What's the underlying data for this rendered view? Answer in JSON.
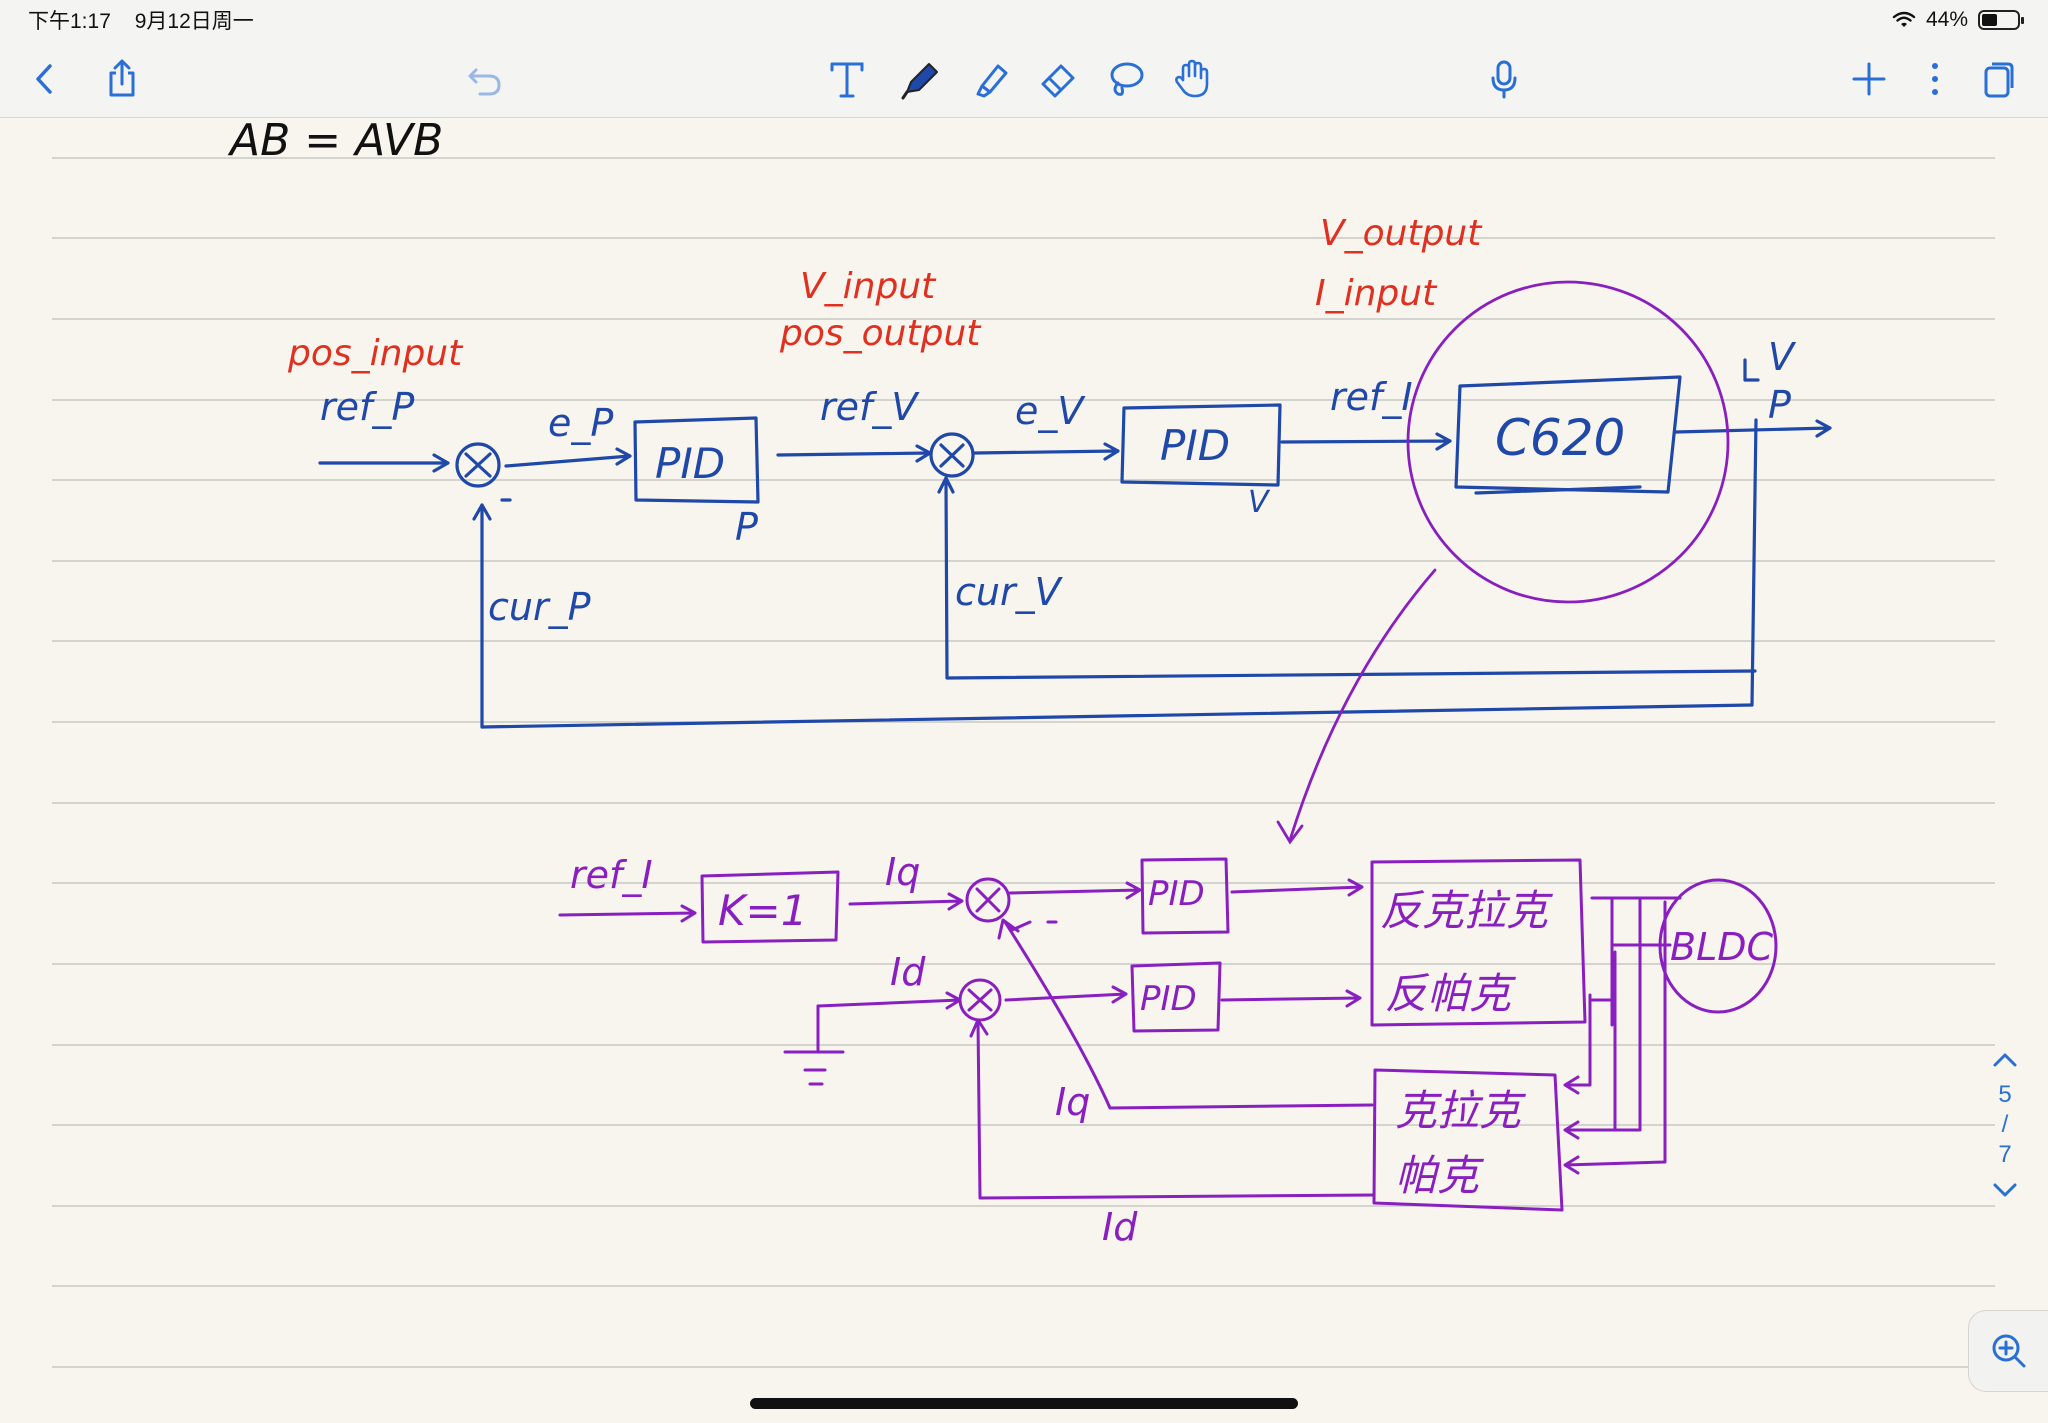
{
  "status": {
    "time": "下午1:17",
    "date": "9月12日周一",
    "battery": "44%",
    "battery_level": 0.44
  },
  "toolbar": {
    "icons": {
      "back": "chevron-left-icon",
      "share": "share-icon",
      "undo": "undo-icon",
      "text": "text-tool-icon",
      "pen": "pen-tool-icon",
      "highlighter": "highlighter-icon",
      "eraser": "eraser-icon",
      "lasso": "lasso-icon",
      "hand": "hand-tool-icon",
      "mic": "microphone-icon",
      "add": "plus-icon",
      "more": "more-icon",
      "pages": "pages-icon"
    }
  },
  "notes": {
    "header": "AB = AVB",
    "loop": {
      "pos_input": "pos_input",
      "ref_p": "ref_P",
      "e_p": "e_P",
      "pid_1": "PID",
      "p_sub": "P",
      "v_input": "V_input",
      "pos_output": "pos_output",
      "ref_v": "ref_V",
      "e_v": "e_V",
      "pid_2": "PID",
      "v_sub": "V",
      "v_output": "V_output",
      "i_input": "I_input",
      "ref_i": "ref_I",
      "motor": "C620",
      "out_v": "V",
      "out_p": "P",
      "cur_p": "cur_P",
      "cur_v": "cur_V"
    },
    "current_loop": {
      "ref_i": "ref_I",
      "k": "K=1",
      "iq": "Iq",
      "id": "Id",
      "pid_q": "PID",
      "pid_d": "PID",
      "inv_park": "反克拉克",
      "inv_clarke": "反帕克",
      "bldc": "BLDC",
      "clarke": "克拉克",
      "park": "帕克",
      "iq_fb": "Iq",
      "id_fb": "Id"
    }
  },
  "pagination": {
    "current": "5",
    "separator": "/",
    "total": "7"
  },
  "colors": {
    "ink_blue": "#1f48a8",
    "ink_red": "#e03020",
    "ink_purple": "#8a1fc0",
    "accent": "#2a6fd6",
    "paper": "#f7f5ee",
    "rule": "#c9c9c4"
  }
}
